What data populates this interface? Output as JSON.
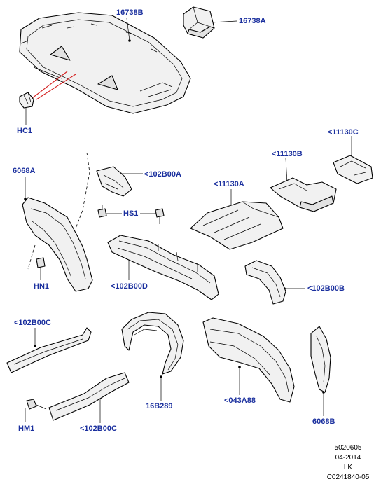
{
  "callouts": {
    "c16738B": "16738B",
    "c16738A": "16738A",
    "hc1": "HC1",
    "c11130C": "<11130C",
    "c11130B": "<11130B",
    "c11130A": "<11130A",
    "c6068A": "6068A",
    "c102B00A": "<102B00A",
    "hs1": "HS1",
    "hn1": "HN1",
    "c102B00D": "<102B00D",
    "c102B00B": "<102B00B",
    "c102B00C_top": "<102B00C",
    "c102B00C_bottom": "<102B00C",
    "hm1": "HM1",
    "c16B289": "16B289",
    "c043A88": "<043A88",
    "c6068B": "6068B"
  },
  "stamp": {
    "line1": "5020605",
    "line2": "04-2014",
    "line3": "LK",
    "line4": "C0241840-05"
  },
  "colors": {
    "callout": "#1a2f9e",
    "accent_lines": "#d42020"
  }
}
